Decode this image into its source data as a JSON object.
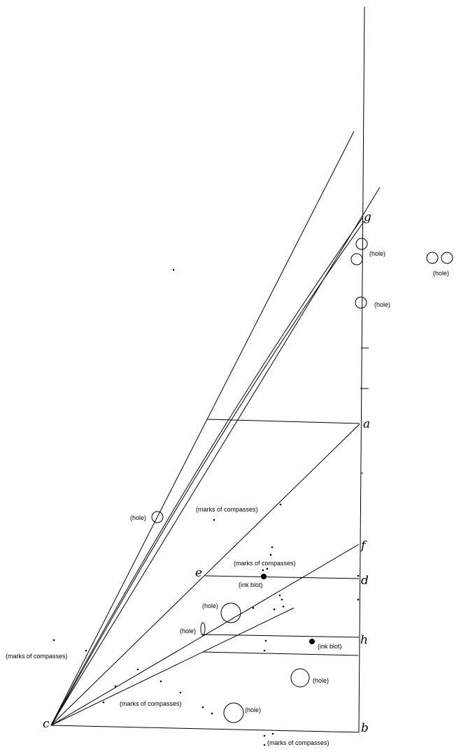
{
  "points": {
    "a": "a",
    "b": "b",
    "c": "c",
    "d": "d",
    "e": "e",
    "f": "f",
    "g": "g",
    "h": "h"
  },
  "annotations": {
    "hole": "(hole)",
    "ink_blot": "(ink blot)",
    "marks_of_compasses": "(marks of compasses)"
  }
}
